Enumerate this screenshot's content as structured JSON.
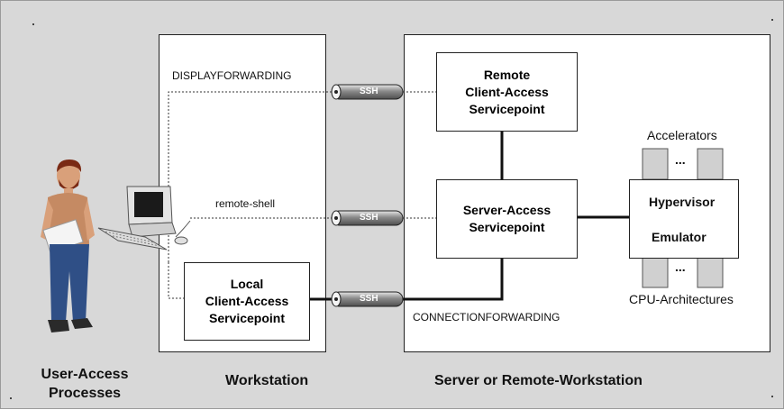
{
  "zones": {
    "user_access": "User-Access\nProcesses",
    "workstation": "Workstation",
    "server": "Server or Remote-Workstation"
  },
  "boxes": {
    "remote_sp": "Remote\nClient-Access\nServicepoint",
    "server_sp": "Server-Access\nServicepoint",
    "local_sp": "Local\nClient-Access\nServicepoint",
    "hypervisor": "Hypervisor",
    "emulator": "Emulator"
  },
  "labels": {
    "display_forwarding": "DISPLAYFORWARDING",
    "remote_shell": "remote-shell",
    "connection_forwarding": "CONNECTIONFORWARDING",
    "accelerators": "Accelerators",
    "cpu_architectures": "CPU-Architectures",
    "ellipsis_top": "...",
    "ellipsis_bottom": "..."
  },
  "tunnels": [
    "SSH",
    "SSH",
    "SSH"
  ]
}
